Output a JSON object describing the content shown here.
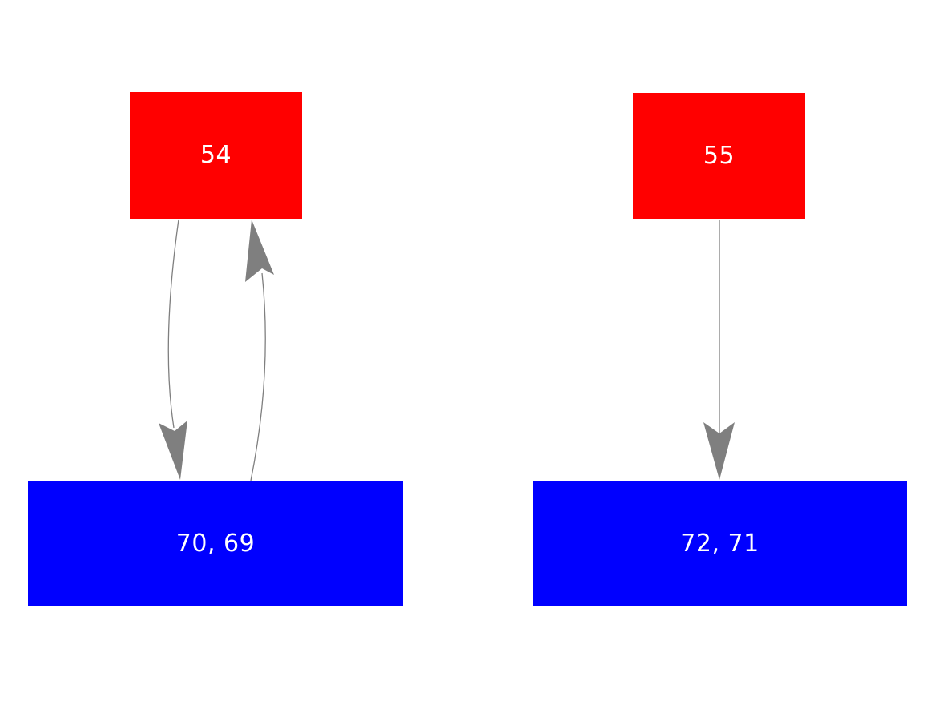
{
  "diagram": {
    "background": "#ffffff",
    "colors": {
      "red_node": "#ff0000",
      "blue_node": "#0000ff",
      "edge": "#7f7f7f",
      "label_text": "#ffffff"
    },
    "nodes": [
      {
        "id": "54",
        "label": "54",
        "fill": "#ff0000",
        "text_color": "#ffffff",
        "shape": "rectangle"
      },
      {
        "id": "55",
        "label": "55",
        "fill": "#ff0000",
        "text_color": "#ffffff",
        "shape": "rectangle"
      },
      {
        "id": "70-69",
        "label": "70, 69",
        "fill": "#0000ff",
        "text_color": "#ffffff",
        "shape": "rectangle"
      },
      {
        "id": "72-71",
        "label": "72, 71",
        "fill": "#0000ff",
        "text_color": "#ffffff",
        "shape": "rectangle"
      }
    ],
    "edges": [
      {
        "from": "54",
        "to": "70, 69",
        "style": "curved",
        "direction": "down"
      },
      {
        "from": "70, 69",
        "to": "54",
        "style": "curved",
        "direction": "up"
      },
      {
        "from": "55",
        "to": "72, 71",
        "style": "straight",
        "direction": "down"
      }
    ]
  }
}
